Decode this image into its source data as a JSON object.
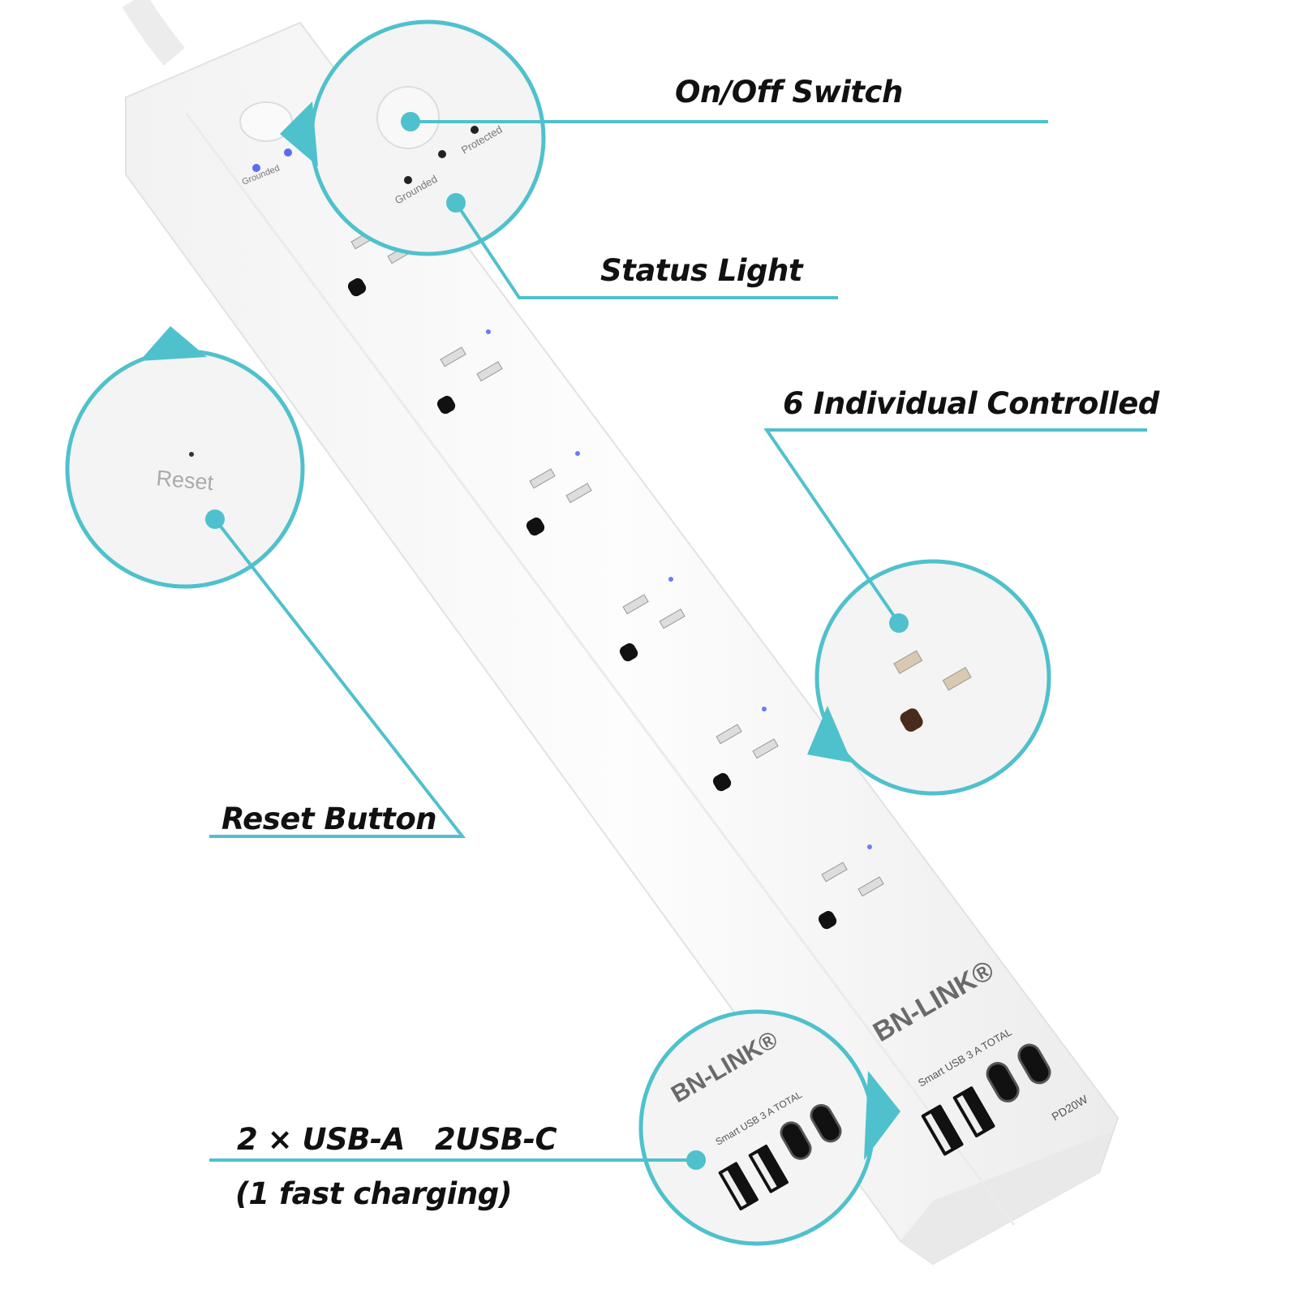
{
  "accent_color": "#4fc1cc",
  "callouts": {
    "on_off": "On/Off Switch",
    "status": "Status Light",
    "individual": "6 Individual Controlled",
    "reset": "Reset Button",
    "usb_line1": "2 × USB-A   2USB-C",
    "usb_line2": "(1 fast charging)"
  },
  "product": {
    "brand": "BN-LINK®",
    "indicator_grounded": "Grounded",
    "indicator_protected": "Protected",
    "reset_label": "Reset",
    "usb_label": "Smart USB 3 A TOTAL",
    "pd_label": "PD20W",
    "outlet_count": 6
  }
}
